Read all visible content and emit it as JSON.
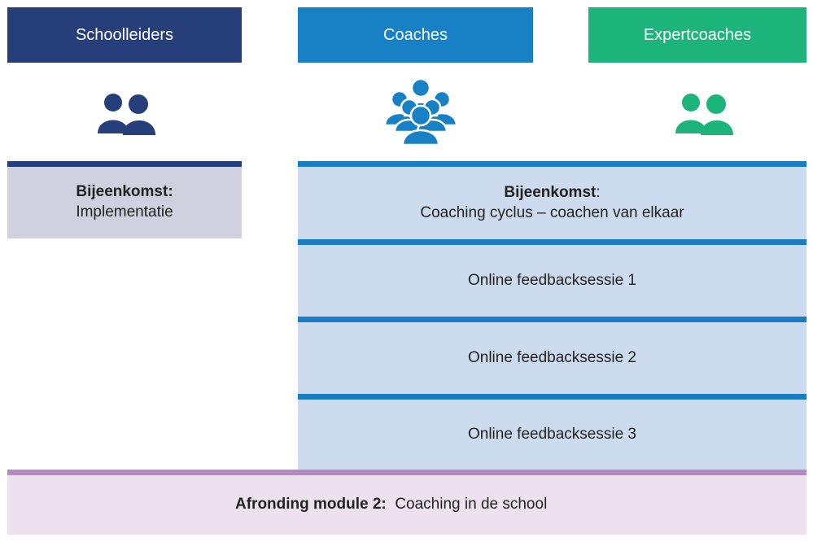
{
  "columns": [
    {
      "title": "Schoolleiders",
      "color": "#263f7a",
      "icon": "two-people-icon"
    },
    {
      "title": "Coaches",
      "color": "#1880c5",
      "icon": "group-people-icon"
    },
    {
      "title": "Expertcoaches",
      "color": "#1db47b",
      "icon": "two-people-icon"
    }
  ],
  "schoolleiders_box": {
    "heading": "Bijeenkomst:",
    "text": "Implementatie",
    "bg": "#d0d0df",
    "rule": "#263f7a"
  },
  "coaches_boxes": {
    "bg": "#ccdcee",
    "rule": "#1a7cc2",
    "meeting": {
      "heading": "Bijeenkomst",
      "colon": ":",
      "text": "Coaching cyclus – coachen van elkaar"
    },
    "sessions": [
      "Online feedbacksessie 1",
      "Online feedbacksessie 2",
      "Online feedbacksessie 3"
    ]
  },
  "footer": {
    "heading": "Afronding module 2:",
    "text": "Coaching in de school",
    "bg": "#ede1f0",
    "rule": "#b48ac0"
  }
}
